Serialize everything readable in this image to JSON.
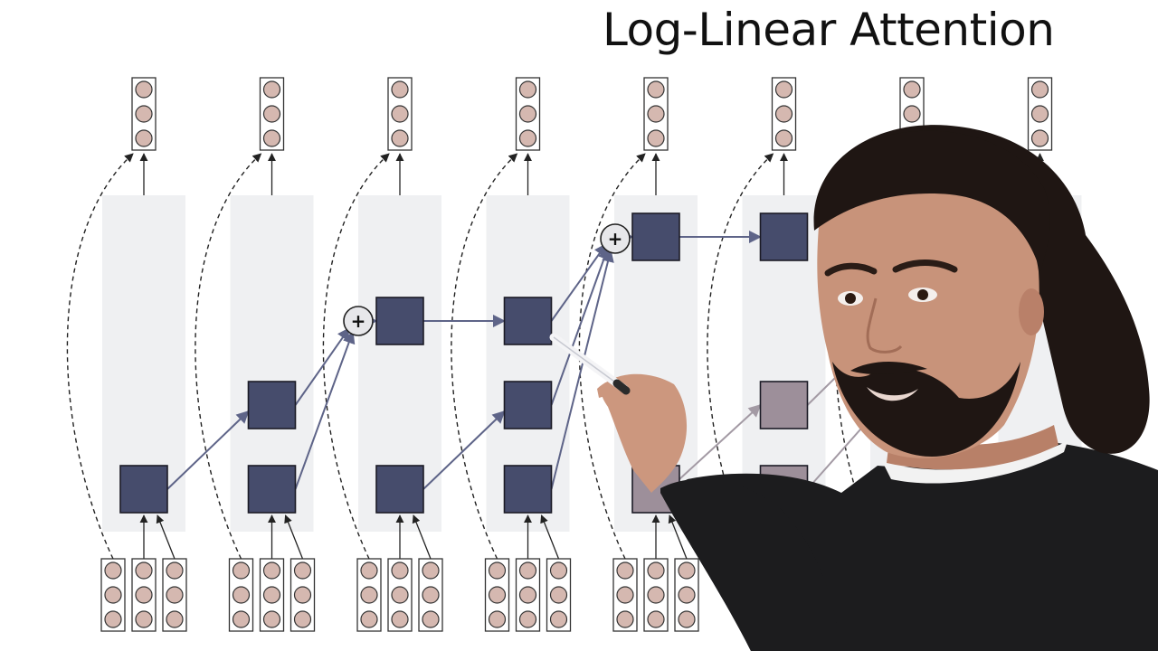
{
  "title": "Log-Linear Attention",
  "diagram": {
    "plus_symbol": "+",
    "columns": 8,
    "colors": {
      "column_band": "#eff0f2",
      "state_active": "#464c6c",
      "state_faded": "#9d8f9a",
      "token_cell_fill": "#d5b8b0",
      "token_border": "#333333",
      "arrow_active": "#5e6488",
      "arrow_faded": "#a39aa4",
      "dashed_arrow": "#222222"
    }
  },
  "presenter": {
    "description_icon": "presenter-with-marker",
    "colors": {
      "hair": "#1f1613",
      "skin": "#c8937a",
      "sweater": "#1c1c1e",
      "collar": "#f2f2f2"
    }
  }
}
